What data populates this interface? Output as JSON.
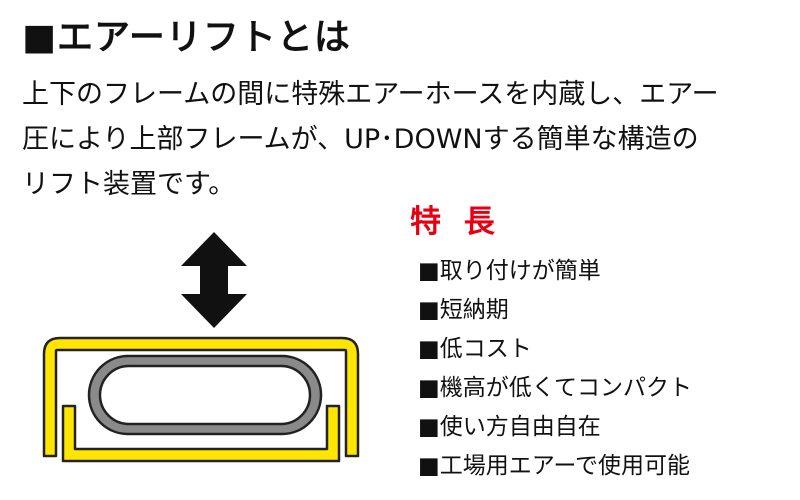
{
  "header": {
    "title": "■エアーリフトとは"
  },
  "description": {
    "lines": [
      "上下のフレームの間に特殊エアーホースを内蔵し、エアー",
      "圧により上部フレームが、UP･DOWNする簡単な構造の",
      "リフト装置です。"
    ]
  },
  "features": {
    "heading": "特 長",
    "items": [
      "■取り付けが簡単",
      "■短納期",
      "■低コスト",
      "■機高が低くてコンパクト",
      "■使い方自由自在",
      "■工場用エアーで使用可能"
    ]
  },
  "diagram": {
    "icons": [
      "up-down-arrow-icon",
      "upper-frame",
      "lower-frame",
      "air-hose"
    ],
    "colors": {
      "frame_fill": "#ffe600",
      "frame_stroke": "#222222",
      "hose_fill": "#8a8a8a",
      "arrow_fill": "#111111"
    }
  }
}
